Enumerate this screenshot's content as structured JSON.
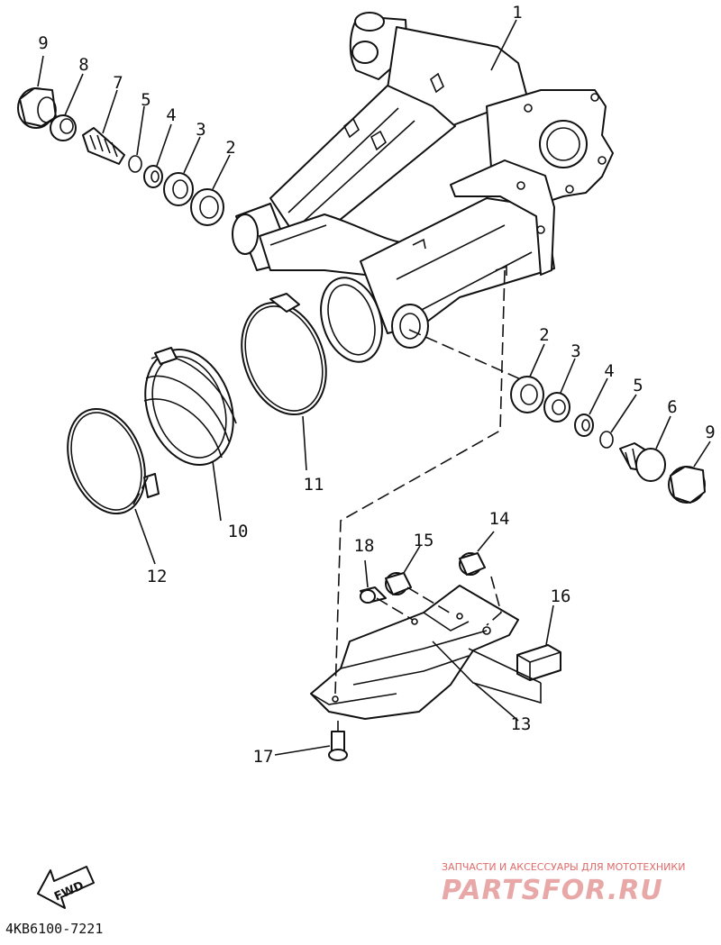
{
  "labels": {
    "p1": "1",
    "p2a": "2",
    "p2b": "2",
    "p3a": "3",
    "p3b": "3",
    "p4a": "4",
    "p4b": "4",
    "p5a": "5",
    "p5b": "5",
    "p6": "6",
    "p7": "7",
    "p8": "8",
    "p9a": "9",
    "p9b": "9",
    "p10": "10",
    "p11": "11",
    "p12": "12",
    "p13": "13",
    "p14": "14",
    "p15": "15",
    "p16": "16",
    "p17": "17",
    "p18": "18"
  },
  "diagram_code": "4KB6100-7221",
  "fwd_label": "FWD",
  "watermark": {
    "tagline": "ЗАПЧАСТИ И АКСЕССУАРЫ ДЛЯ МОТОТЕХНИКИ",
    "brand": "PARTSFOR.RU"
  }
}
